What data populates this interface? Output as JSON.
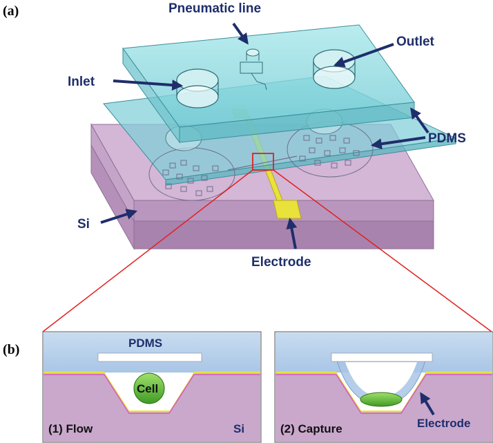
{
  "panels": {
    "a": {
      "label": "(a)"
    },
    "b": {
      "label": "(b)"
    }
  },
  "callouts": {
    "pneumatic_line": "Pneumatic line",
    "outlet": "Outlet",
    "inlet": "Inlet",
    "pdms": "PDMS",
    "si": "Si",
    "electrode": "Electrode"
  },
  "flow_panel": {
    "step_label": "(1) Flow",
    "pdms_label": "PDMS",
    "cell_label": "Cell",
    "si_label": "Si"
  },
  "capture_panel": {
    "step_label": "(2) Capture",
    "electrode_label": "Electrode"
  },
  "colors": {
    "si_substrate": "#c9a8cc",
    "pdms_layer": "#8fd6dd",
    "electrode": "#e8e23a",
    "cell": "#6cbf3a",
    "arrow": "#1f2d6b",
    "zoom_line": "#e02020"
  }
}
